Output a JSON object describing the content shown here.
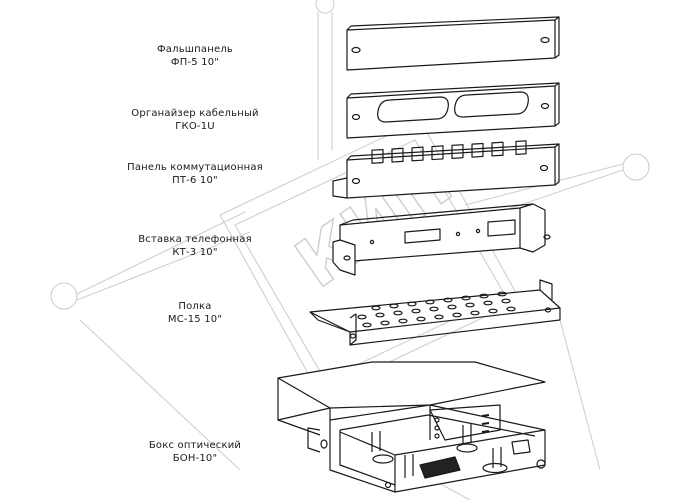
{
  "components": [
    {
      "id": "falshpanel",
      "name": "Фальшпанель",
      "model": "ФП-5 10\""
    },
    {
      "id": "organizer",
      "name": "Органайзер кабельный",
      "model": "ГКО-1U"
    },
    {
      "id": "patch-panel",
      "name": "Панель коммутационная",
      "model": "ПТ-6 10\""
    },
    {
      "id": "phone-insert",
      "name": "Вставка телефонная",
      "model": "КТ-3 10\""
    },
    {
      "id": "shelf",
      "name": "Полка",
      "model": "МС-15 10\""
    },
    {
      "id": "optical-box",
      "name": "Бокс оптический",
      "model": "БОН-10\""
    }
  ],
  "watermark": {
    "text": "КИП"
  },
  "colors": {
    "line": "#1a1a1a",
    "watermark": "#c8c8c8"
  }
}
